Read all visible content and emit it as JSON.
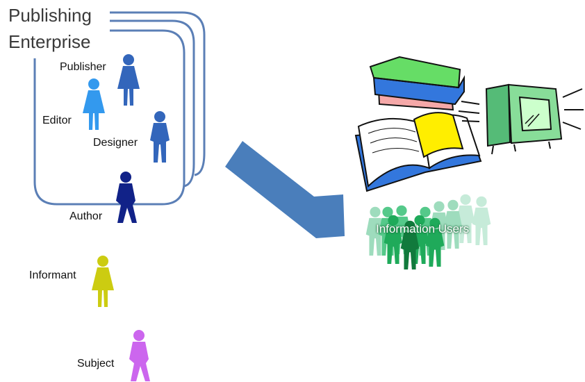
{
  "enterprise": {
    "title_line1": "Publishing",
    "title_line2": "Enterprise",
    "frame_color": "#5b7fb6"
  },
  "roles": {
    "publisher": {
      "label": "Publisher",
      "color": "#3366bb"
    },
    "editor": {
      "label": "Editor",
      "color": "#3399ee"
    },
    "designer": {
      "label": "Designer",
      "color": "#3366bb"
    },
    "author": {
      "label": "Author",
      "color": "#112288"
    },
    "informant": {
      "label": "Informant",
      "color": "#cccc11"
    },
    "subject": {
      "label": "Subject",
      "color": "#cc66ee"
    }
  },
  "arrow": {
    "color": "#4a7ebb"
  },
  "information_users": {
    "label": "Information Users"
  },
  "media_icons": [
    "books-icon",
    "open-book-icon",
    "television-icon"
  ]
}
